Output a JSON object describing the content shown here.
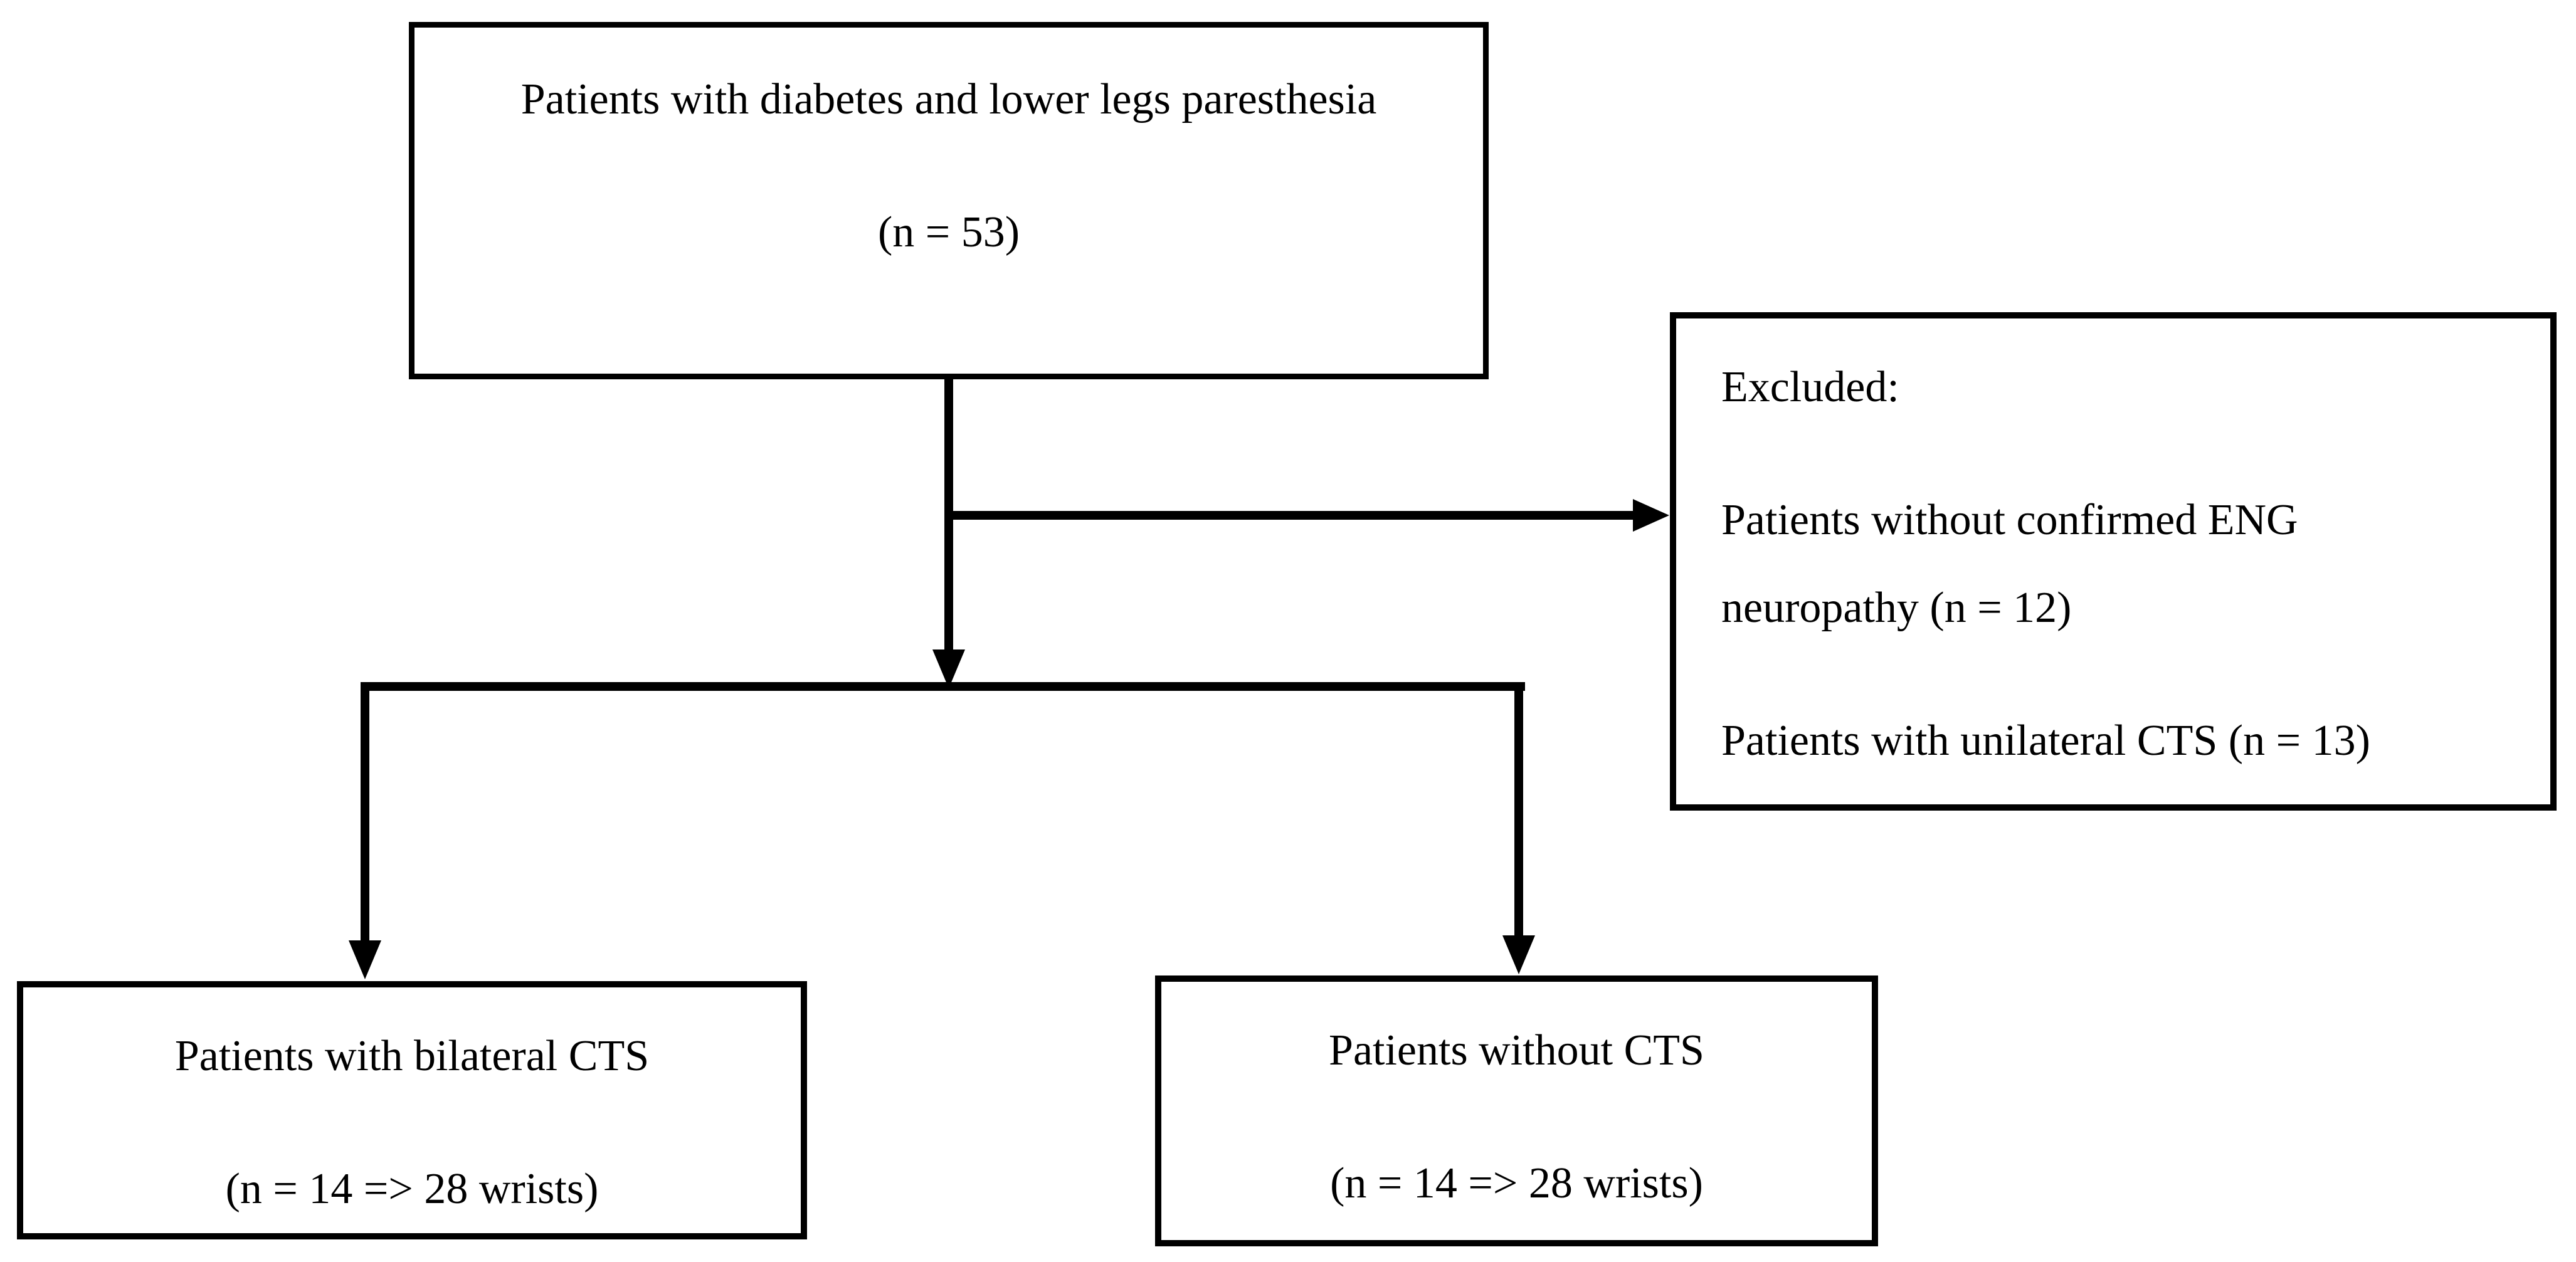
{
  "figure": {
    "type": "flow-diagram",
    "background_color": "#ffffff",
    "line_color": "#000000",
    "nodes": {
      "source": {
        "line1": "Patients with diabetes and lower legs paresthesia",
        "line2": "(n = 53)"
      },
      "excluded": {
        "title": "Excluded:",
        "reason1_line1": "Patients without confirmed ENG",
        "reason1_line2": "neuropathy (n = 12)",
        "reason2": "Patients with unilateral CTS (n = 13)"
      },
      "bilateral": {
        "line1": "Patients with bilateral CTS",
        "line2": "(n = 14 => 28 wrists)"
      },
      "without": {
        "line1": "Patients without CTS",
        "line2": "(n = 14 => 28 wrists)"
      }
    },
    "edges": [
      {
        "from": "source",
        "to": "excluded",
        "style": "right-arrow"
      },
      {
        "from": "source",
        "to": "bilateral",
        "style": "down-arrow"
      },
      {
        "from": "source",
        "to": "without",
        "style": "down-arrow"
      }
    ]
  }
}
